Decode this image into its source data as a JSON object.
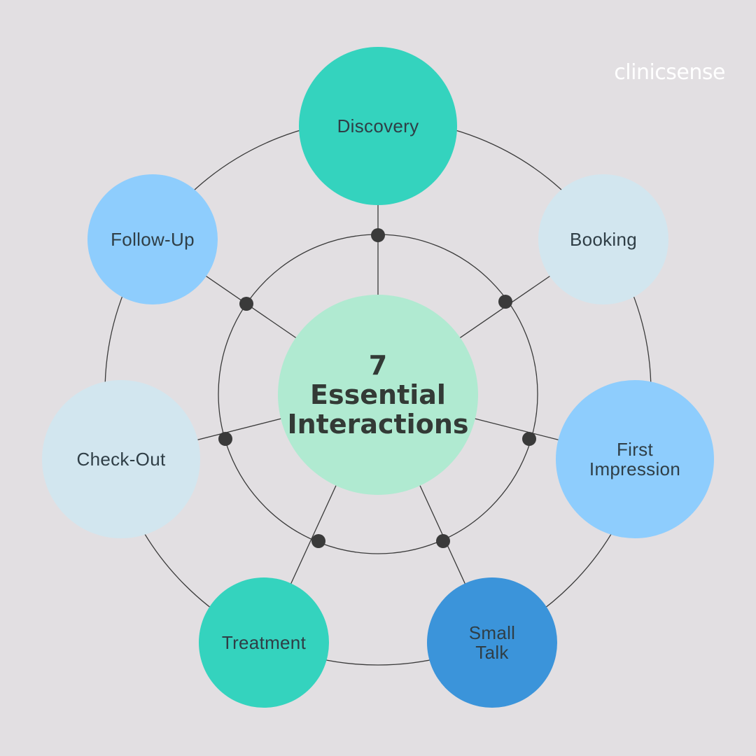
{
  "logo": "clinicsense",
  "center": {
    "label": "7\nEssential\nInteractions",
    "color": "#b0ead1"
  },
  "nodes": [
    {
      "id": "discovery",
      "label": "Discovery",
      "color": "#34d3be"
    },
    {
      "id": "booking",
      "label": "Booking",
      "color": "#d2e6ef"
    },
    {
      "id": "first-impression",
      "label": "First\nImpression",
      "color": "#8ecdfd"
    },
    {
      "id": "small-talk",
      "label": "Small\nTalk",
      "color": "#3b94da"
    },
    {
      "id": "treatment",
      "label": "Treatment",
      "color": "#34d3be"
    },
    {
      "id": "check-out",
      "label": "Check-Out",
      "color": "#d2e6ef"
    },
    {
      "id": "follow-up",
      "label": "Follow-Up",
      "color": "#8ecdfd"
    }
  ],
  "colors": {
    "background": "#e2dfe2",
    "line": "#3a3a3a",
    "dot": "#3a3a3a"
  }
}
